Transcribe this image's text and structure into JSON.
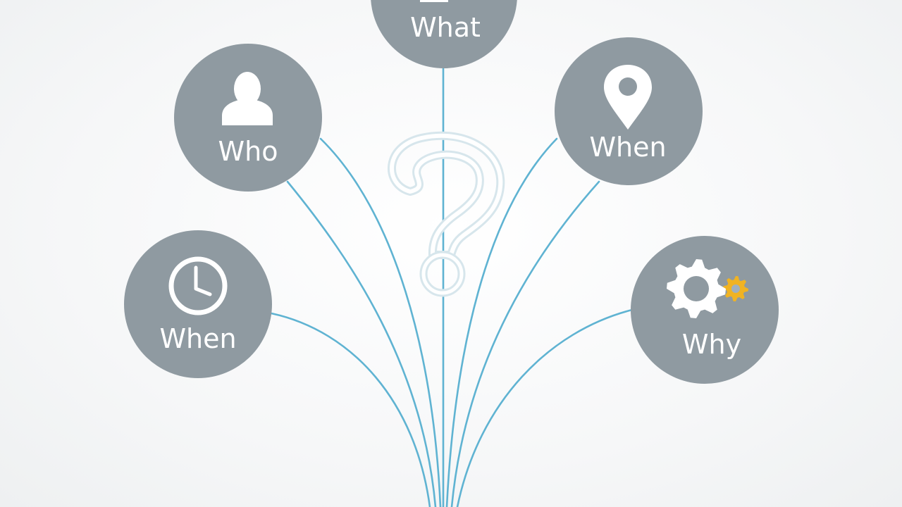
{
  "colors": {
    "node_fill": "#8f9aa1",
    "line": "#5fb3d2",
    "icon": "#ffffff",
    "accent_gear": "#f0b323",
    "question_mark": "#ffffff"
  },
  "nodes": {
    "what": {
      "label": "What",
      "icon": "document-icon"
    },
    "who": {
      "label": "Who",
      "icon": "person-icon"
    },
    "where_place": {
      "label": "When",
      "icon": "map-pin-icon"
    },
    "when_time": {
      "label": "When",
      "icon": "clock-icon"
    },
    "why": {
      "label": "Why",
      "icon": "gears-icon"
    }
  },
  "center": {
    "icon": "question-mark-icon"
  }
}
